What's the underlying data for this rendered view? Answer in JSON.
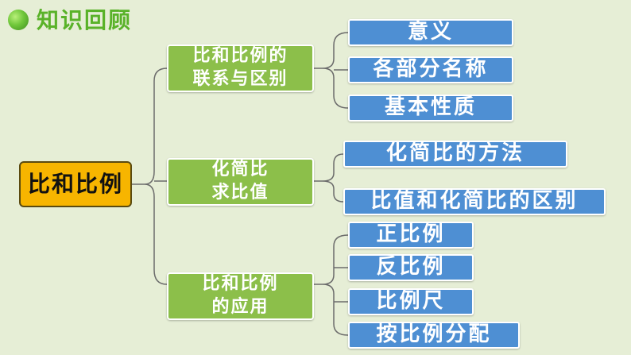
{
  "header": {
    "title": "知识回顾"
  },
  "root": {
    "label": "比和比例"
  },
  "branches": [
    {
      "line1": "比和比例的",
      "line2": "联系与区别",
      "children": [
        "意义",
        "各部分名称",
        "基本性质"
      ]
    },
    {
      "line1": "化简比",
      "line2": "求比值",
      "children": [
        "化简比的方法",
        "比值和化简比的区别"
      ]
    },
    {
      "line1": "比和比例",
      "line2": "的应用",
      "children": [
        "正比例",
        "反比例",
        "比例尺",
        "按比例分配"
      ]
    }
  ],
  "colors": {
    "background": "#e6eed6",
    "title": "#59b229",
    "root_fill": "#f7b500",
    "branch_fill": "#8cbf4a",
    "leaf_fill": "#4e8fd3",
    "connector": "#6b6b6b"
  }
}
